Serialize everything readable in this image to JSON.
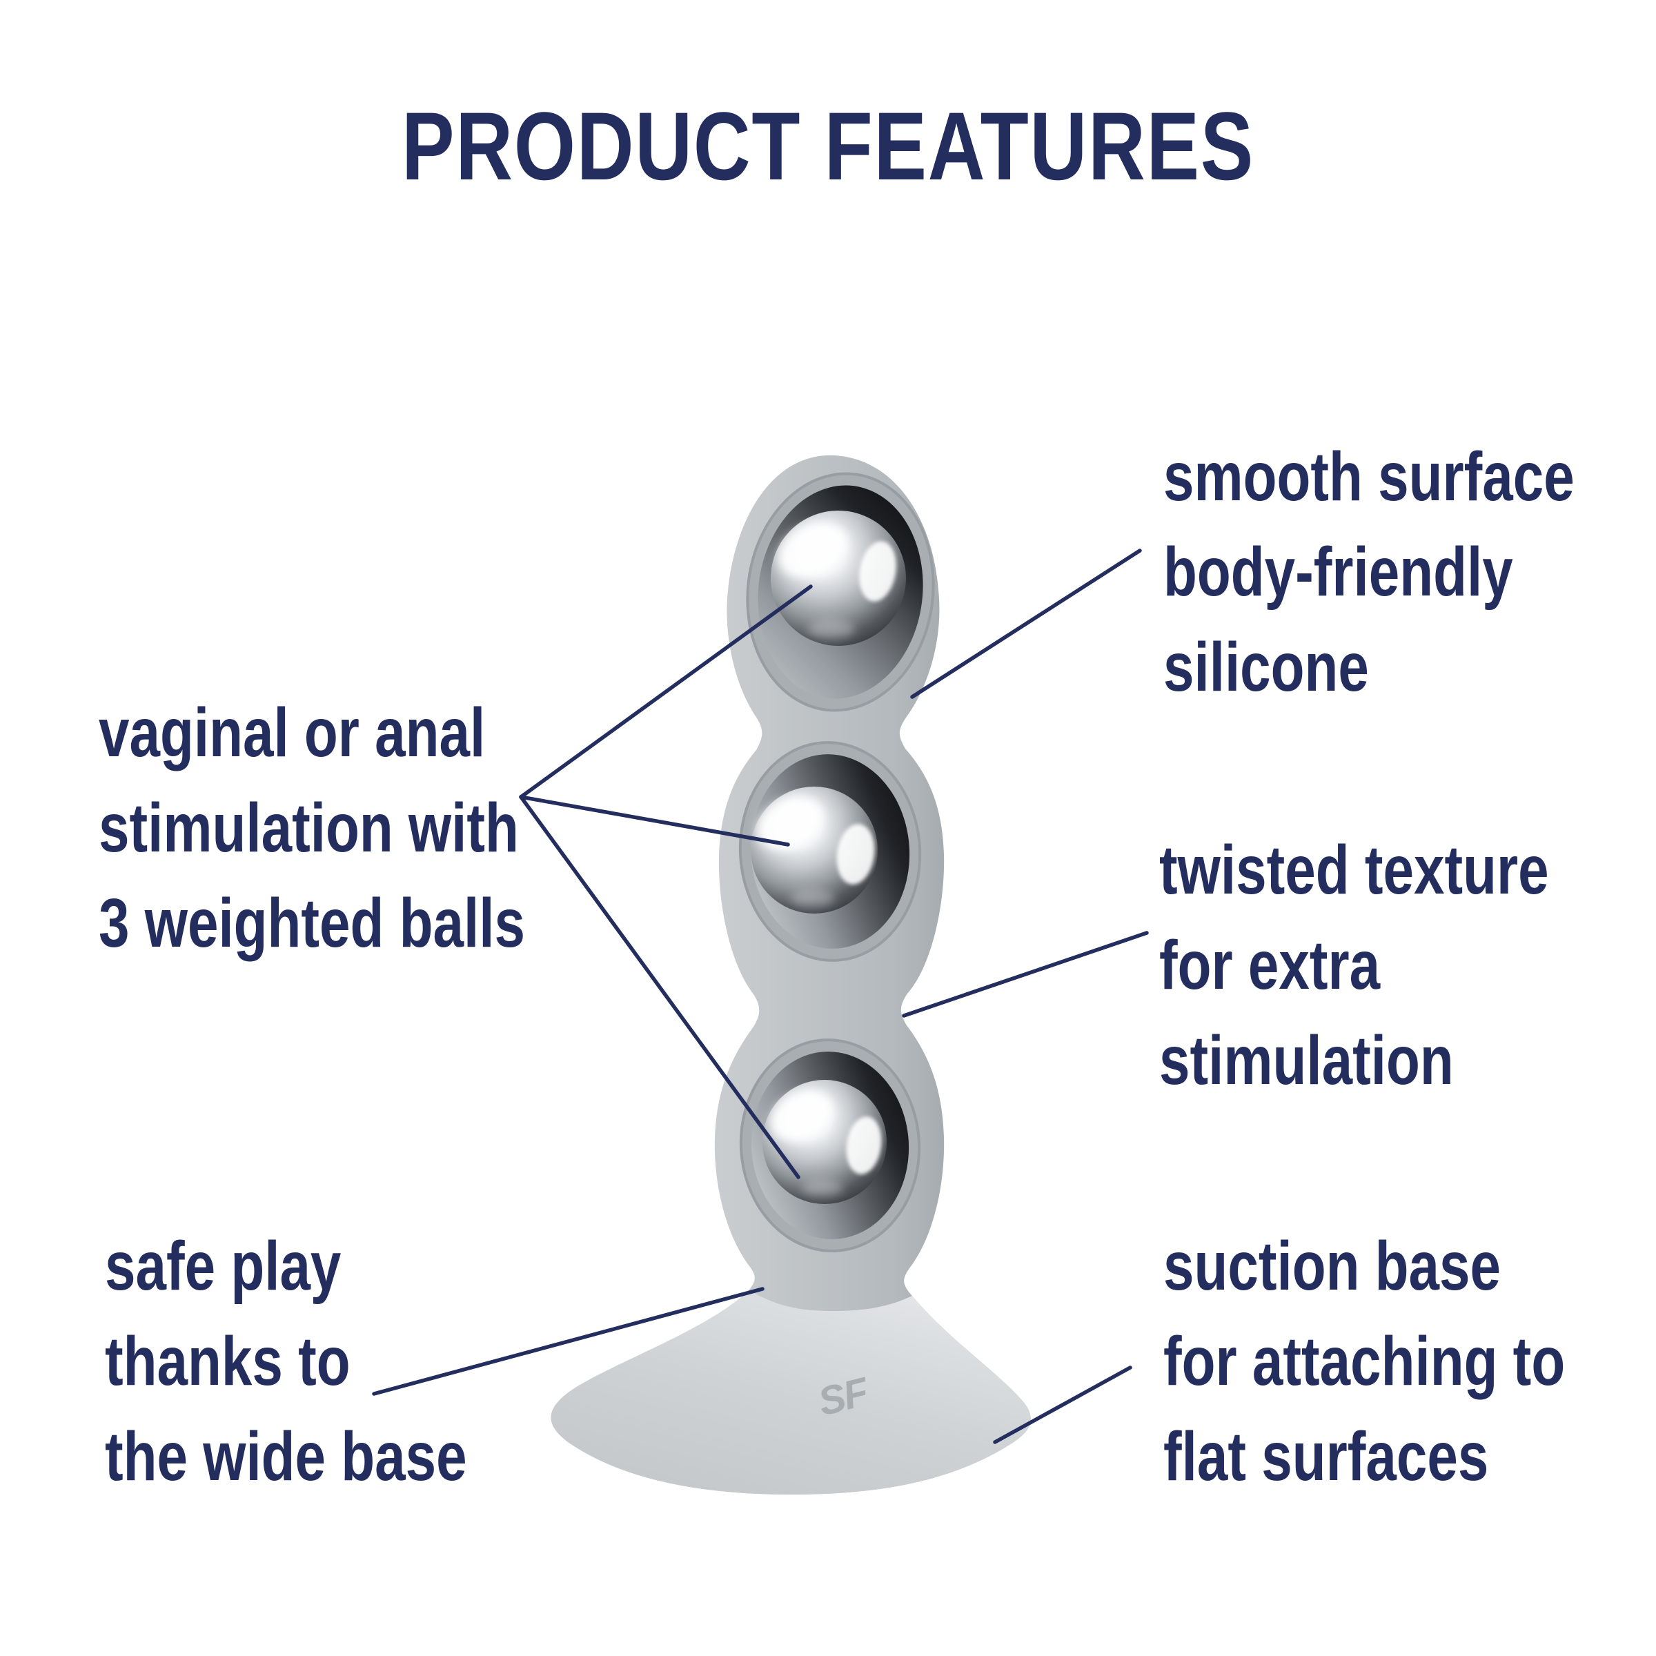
{
  "colors": {
    "background": "#ffffff",
    "text_navy": "#232d5e",
    "silicone_gray": "#c6cacd",
    "socket_shadow": "#1a1c1f",
    "chrome_highlight": "#ffffff",
    "chrome_dark": "#24272a"
  },
  "title": {
    "text": "PRODUCT FEATURES"
  },
  "features": {
    "smooth_surface": {
      "lines": [
        "smooth surface",
        "body-friendly",
        "silicone"
      ]
    },
    "weighted_balls": {
      "lines": [
        "vaginal or anal",
        "stimulation with",
        "3 weighted balls"
      ]
    },
    "twisted_texture": {
      "lines": [
        "twisted texture",
        "for extra",
        "stimulation"
      ]
    },
    "safe_play": {
      "lines": [
        "safe play",
        "thanks to",
        "the wide base"
      ]
    },
    "suction_base": {
      "lines": [
        "suction base",
        "for attaching to",
        "flat surfaces"
      ]
    }
  },
  "product": {
    "logo_text": "SF",
    "ball_count": 3
  }
}
